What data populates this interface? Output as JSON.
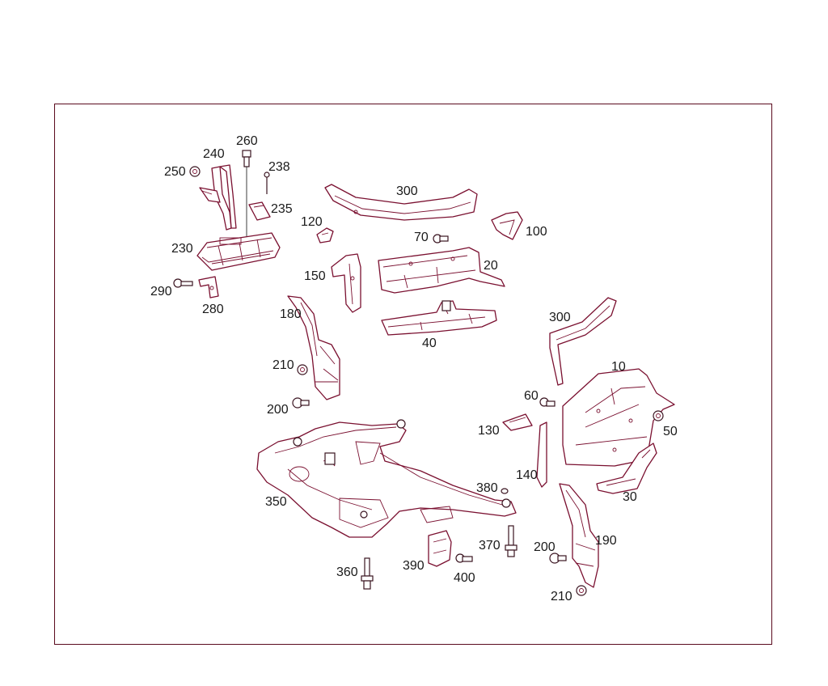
{
  "diagram": {
    "callouts": [
      "260",
      "240",
      "238",
      "250",
      "235",
      "230",
      "290",
      "280",
      "300",
      "120",
      "70",
      "20",
      "100",
      "150",
      "180",
      "40",
      "210",
      "200",
      "300",
      "10",
      "60",
      "50",
      "130",
      "140",
      "380",
      "30",
      "350",
      "370",
      "200",
      "190",
      "390",
      "400",
      "360",
      "210"
    ]
  }
}
